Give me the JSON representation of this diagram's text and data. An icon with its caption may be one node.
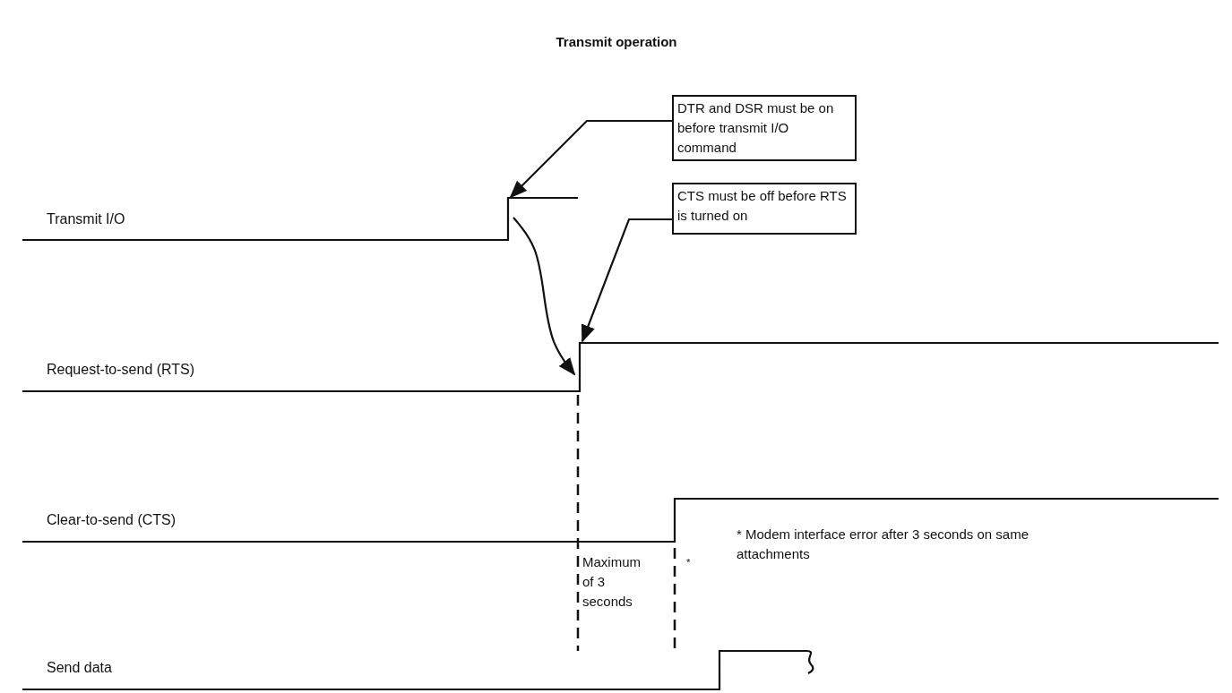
{
  "diagram": {
    "title": "Transmit operation",
    "nodes": [
      {
        "text": [
          "DTR and DSR must be on before transmit I/O command"
        ]
      },
      {
        "text": [
          "CTS must be off before RTS is turned on"
        ]
      },
      {
        "text": [],
        "shape": "line"
      },
      {
        "text": [],
        "shape": "line"
      }
    ],
    "edges": [
      {
        "from": 0,
        "to": 2,
        "arrow": "to"
      },
      {
        "from": 1,
        "to": 3,
        "arrow": "to"
      },
      {
        "from": 2,
        "to": 3,
        "arrow": "to"
      }
    ],
    "labels": [
      "Transmit I/O",
      "Request-to-send (RTS)",
      "Clear-to-send (CTS)",
      "Maximum of 3 seconds",
      "*",
      "* Modem interface error after 3 seconds on same attachments",
      "Send data"
    ]
  }
}
